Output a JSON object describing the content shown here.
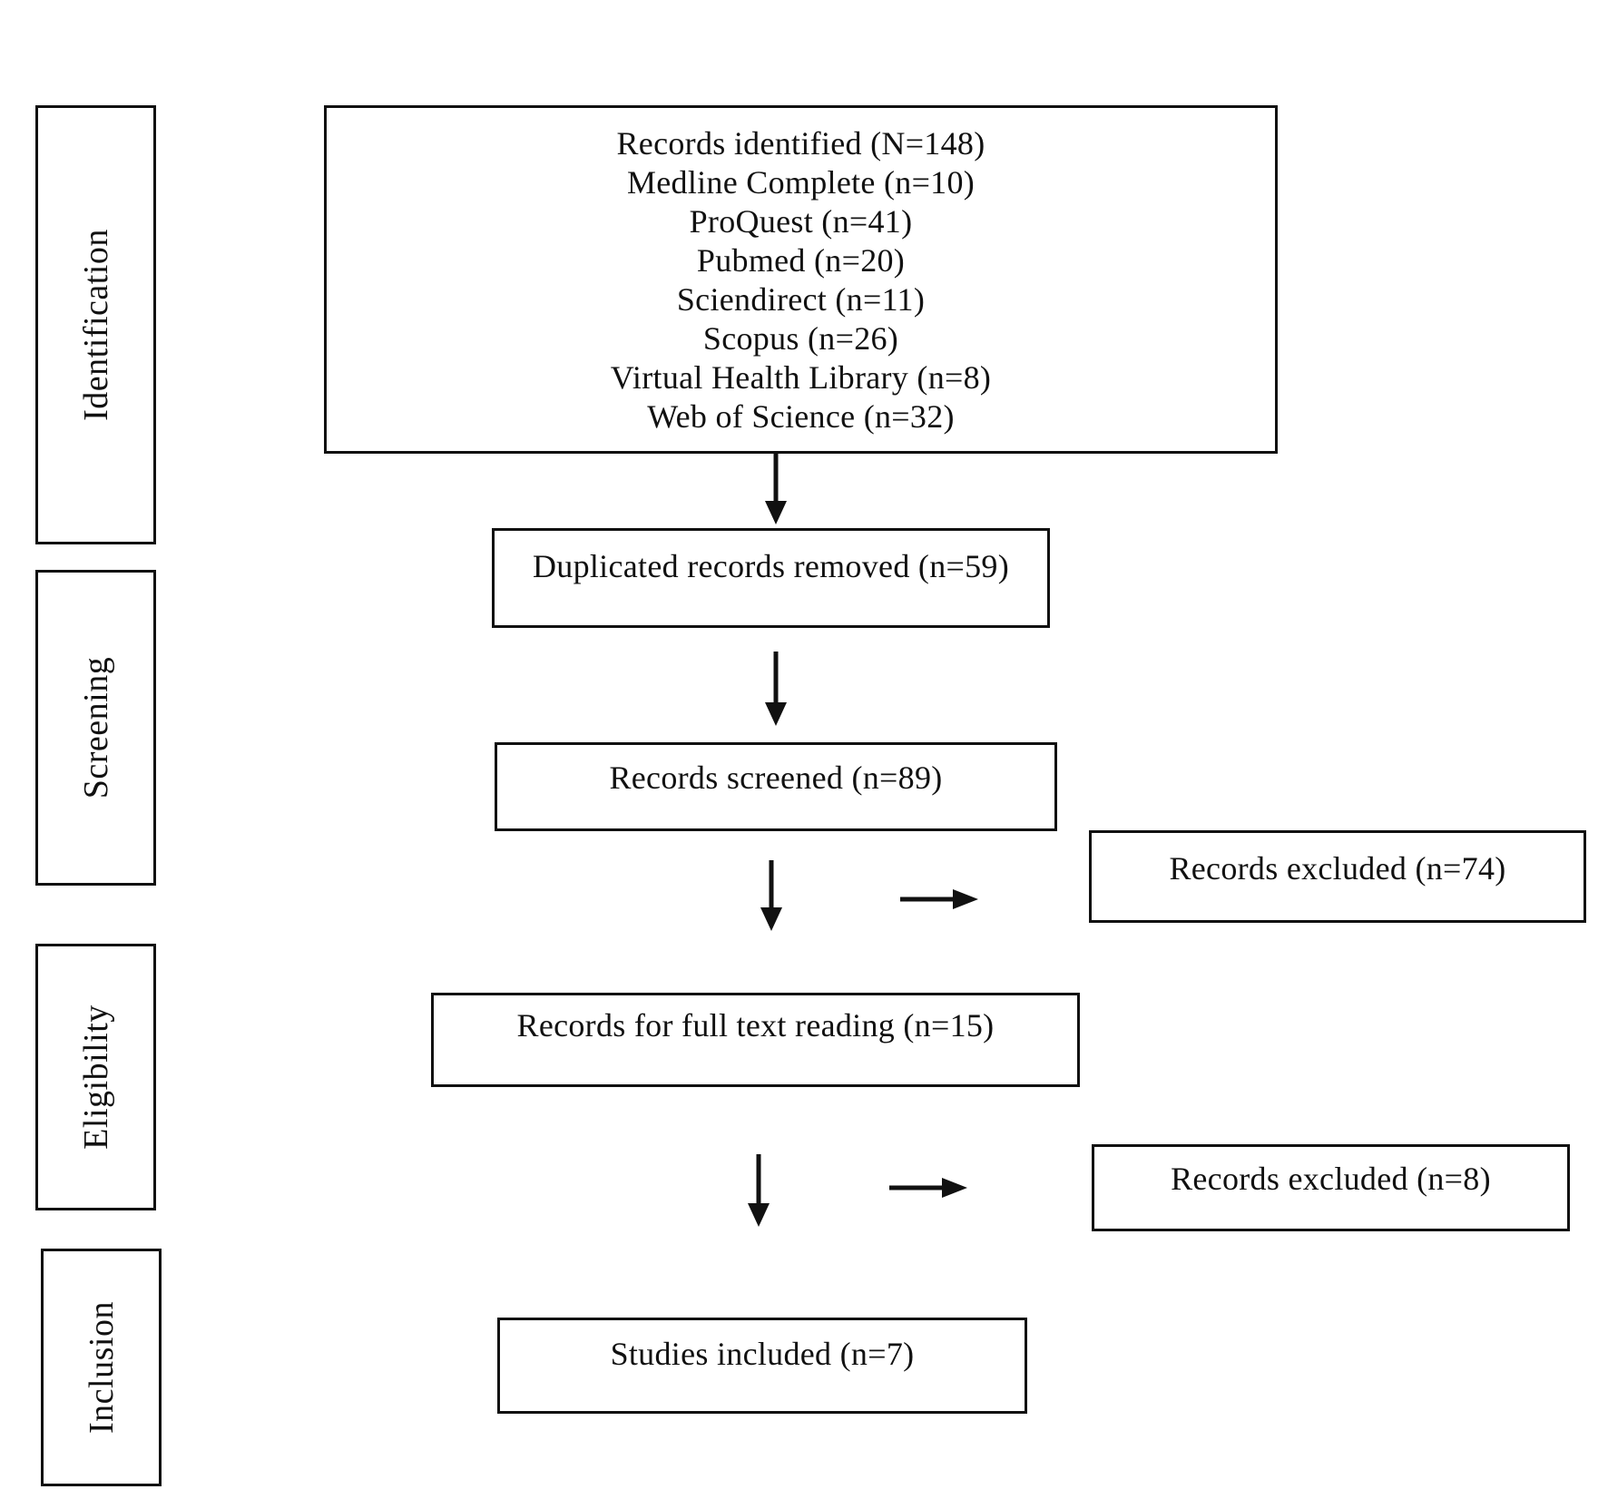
{
  "stages": {
    "identification": "Identification",
    "screening": "Screening",
    "eligibility": "Eligibility",
    "inclusion": "Inclusion"
  },
  "identification_box": {
    "title": "Records identified (N=148)",
    "sources": [
      "Medline Complete (n=10)",
      "ProQuest (n=41)",
      "Pubmed (n=20)",
      "Sciendirect (n=11)",
      "Scopus (n=26)",
      "Virtual Health Library (n=8)",
      "Web of Science (n=32)"
    ]
  },
  "duplicates_box": {
    "text": "Duplicated records removed (n=59)"
  },
  "screened_box": {
    "text": "Records screened (n=89)"
  },
  "excluded_screening_box": {
    "text": "Records excluded (n=74)"
  },
  "fulltext_box": {
    "text": "Records for full text reading (n=15)"
  },
  "excluded_fulltext_box": {
    "text": "Records excluded (n=8)"
  },
  "included_box": {
    "text": "Studies included (n=7)"
  }
}
